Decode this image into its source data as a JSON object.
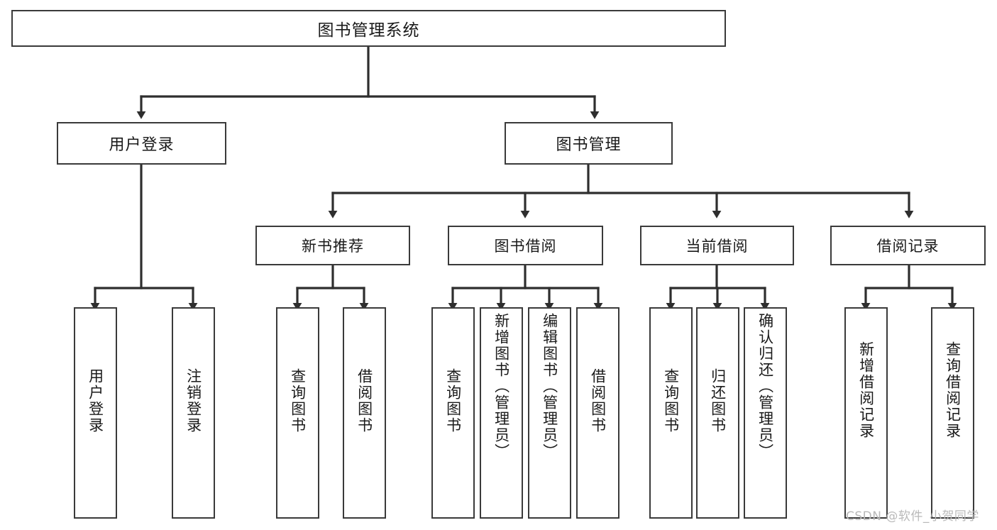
{
  "diagram": {
    "type": "tree-hierarchy-chart",
    "title": "图书管理系统",
    "root": {
      "label": "图书管理系统"
    },
    "level2": [
      {
        "id": "user-login",
        "label": "用户登录"
      },
      {
        "id": "book-management",
        "label": "图书管理"
      }
    ],
    "level3": [
      {
        "id": "new-book-recommend",
        "label": "新书推荐"
      },
      {
        "id": "book-borrow",
        "label": "图书借阅"
      },
      {
        "id": "current-borrow",
        "label": "当前借阅"
      },
      {
        "id": "borrow-record",
        "label": "借阅记录"
      }
    ],
    "leaves": {
      "user_login": [
        {
          "id": "leaf-user-login",
          "label": "用户登录"
        },
        {
          "id": "leaf-logout-login",
          "label": "注销登录"
        }
      ],
      "new_book_recommend": [
        {
          "id": "leaf-query-book-1",
          "label": "查询图书"
        },
        {
          "id": "leaf-borrow-book-1",
          "label": "借阅图书"
        }
      ],
      "book_borrow": [
        {
          "id": "leaf-query-book-2",
          "label": "查询图书"
        },
        {
          "id": "leaf-add-book",
          "label": "新增图书（管理员）"
        },
        {
          "id": "leaf-edit-book",
          "label": "编辑图书（管理员）"
        },
        {
          "id": "leaf-borrow-book-2",
          "label": "借阅图书"
        }
      ],
      "current_borrow": [
        {
          "id": "leaf-query-book-3",
          "label": "查询图书"
        },
        {
          "id": "leaf-return-book",
          "label": "归还图书"
        },
        {
          "id": "leaf-confirm-return",
          "label": "确认归还（管理员）"
        }
      ],
      "borrow_record": [
        {
          "id": "leaf-add-record",
          "label": "新增借阅记录"
        },
        {
          "id": "leaf-query-record",
          "label": "查询借阅记录"
        }
      ]
    },
    "colors": {
      "border": "#3a3a3a",
      "connector": "#2e2e2e",
      "background": "#ffffff",
      "text": "#1a1a1a",
      "watermark": "#b9b9b9"
    }
  },
  "watermark": {
    "text": "CSDN @软件_小贺同学"
  }
}
